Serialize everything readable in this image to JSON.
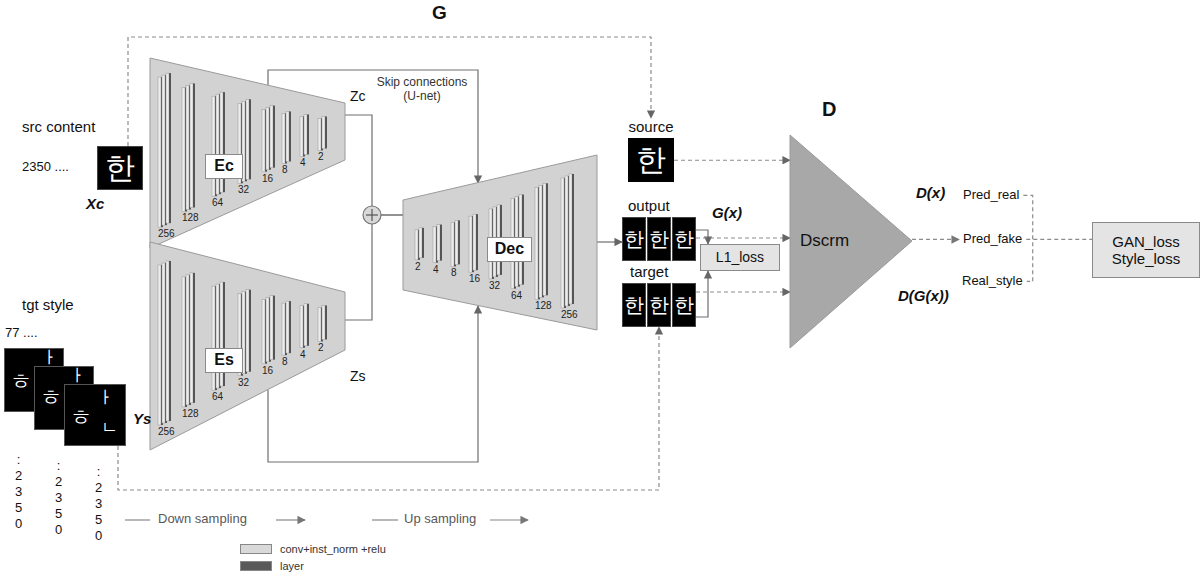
{
  "diagram": {
    "nodes": [
      {
        "text": [
          "한"
        ]
      },
      {
        "text": [
          "256",
          "128",
          "64",
          "32",
          "16",
          "8",
          "4",
          "2"
        ]
      },
      {
        "text": [
          "Ec"
        ],
        "in": 1
      },
      {
        "text": [
          "ㅎ",
          "ㅏ"
        ]
      },
      {
        "text": [
          "ㅎ",
          "ㅏ"
        ]
      },
      {
        "text": [
          "ㅎ",
          "ㅏ",
          "ㄴ"
        ]
      },
      {
        "text": [
          "256",
          "128",
          "64",
          "32",
          "16",
          "8",
          "4",
          "2"
        ]
      },
      {
        "text": [
          "Es"
        ],
        "in": 6
      },
      {
        "text": [
          "2",
          "4",
          "8",
          "16",
          "32",
          "64",
          "128",
          "256"
        ]
      },
      {
        "text": [
          "Dec"
        ],
        "in": 8
      },
      {
        "text": [
          "source",
          "한"
        ]
      },
      {
        "text": [
          "한"
        ]
      },
      {
        "text": [
          "한"
        ]
      },
      {
        "text": [
          "한"
        ]
      },
      {
        "text": [
          "한"
        ]
      },
      {
        "text": [
          "한"
        ]
      },
      {
        "text": [
          "한"
        ]
      },
      {
        "text": [
          "L1_loss"
        ]
      },
      {
        "text": [
          "Dscrm"
        ]
      },
      {
        "text": [
          "GAN_loss",
          "Style_loss"
        ]
      }
    ],
    "edges": [
      {
        "from": 0,
        "to": 10,
        "arrow": "to"
      },
      {
        "from": 1,
        "to": 8,
        "arrow": "none"
      },
      {
        "from": 6,
        "to": 8,
        "arrow": "none"
      },
      {
        "from": 1,
        "to": 8,
        "label": "Skip connections (U-net)",
        "arrow": "to"
      },
      {
        "from": 6,
        "to": 8,
        "arrow": "to"
      },
      {
        "from": 8,
        "to": 11,
        "arrow": "to"
      },
      {
        "from": 13,
        "to": 17,
        "arrow": "to"
      },
      {
        "from": 16,
        "to": 17,
        "arrow": "to"
      },
      {
        "from": 10,
        "to": 18,
        "arrow": "to"
      },
      {
        "from": 13,
        "to": 18,
        "arrow": "to"
      },
      {
        "from": 16,
        "to": 18,
        "arrow": "to"
      },
      {
        "from": 5,
        "to": 15,
        "arrow": "to"
      }
    ],
    "labels": [
      "G",
      "src content",
      "2350 ....",
      "Xc",
      "Zc",
      "tgt style",
      "77 ....",
      "Ys",
      "Zs",
      ": 2 3 5 0",
      ": 2 3 5 0",
      ": 2 3 5 0",
      "Down sampling",
      "Up sampling",
      "output",
      "G(x)",
      "target",
      "D",
      "D(x)",
      "Pred_real",
      "Pred_fake",
      "Real_style",
      "D(G(x))"
    ],
    "legend": [
      {
        "text": "conv+inst_norm +relu",
        "color": "#d9d9d9"
      },
      {
        "text": "layer",
        "color": "#595959"
      }
    ]
  }
}
